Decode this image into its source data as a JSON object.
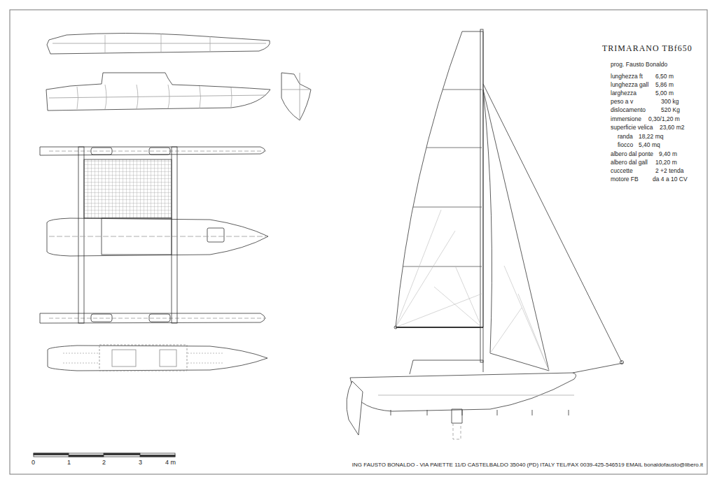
{
  "diagram": {
    "title": "TRIMARANO  TBf650",
    "labels": [
      "prog. Fausto Bonaldo",
      "lunghezza ft",
      "6,50  m",
      "lunghezza gall",
      "5,86  m",
      "larghezza",
      "5,00  m",
      "peso a v",
      "300 kg",
      "dislocamento",
      "520 Kg",
      "immersione",
      "0,30/1,20  m",
      "superficie velica",
      "23,60 m2",
      "randa",
      "18,22 mq",
      "fiocco",
      "5,40 mq",
      "albero dal ponte",
      "9,40  m",
      "albero dal gall",
      "10,20  m",
      "cuccette",
      "2 +2 tenda",
      "motore FB",
      "da 4 a 10 CV",
      "0",
      "1",
      "2",
      "3",
      "4 m",
      "ING FAUSTO BONALDO - VIA PAIETTE 11/D CASTELBALDO 35040 (PD) ITALY TEL/FAX  0039-425-546519  EMAIL bonaldofausto@libero.it"
    ]
  }
}
